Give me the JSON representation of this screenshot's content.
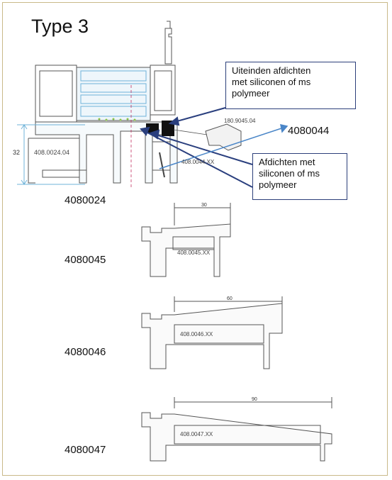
{
  "title": "Type 3",
  "main_section": {
    "dim_height": "32",
    "part_label_main": "408.0024.04",
    "part_label_clip": "180.9045.04",
    "part_label_sill": "408.0044.XX",
    "code_main": "4080024",
    "code_clip": "4080044"
  },
  "callouts": [
    {
      "text_lines": [
        "Uiteinden afdichten",
        "met siliconen of ms",
        "polymeer"
      ]
    },
    {
      "text_lines": [
        "Afdichten met",
        "siliconen of ms",
        "polymeer"
      ]
    }
  ],
  "profiles": [
    {
      "code": "4080045",
      "part_label": "408.0045.XX",
      "dim": "30"
    },
    {
      "code": "4080046",
      "part_label": "408.0046.XX",
      "dim": "60"
    },
    {
      "code": "4080047",
      "part_label": "408.0047.XX",
      "dim": "90"
    }
  ],
  "colors": {
    "callout_border": "#2c3f7a",
    "arrow_dark": "#2a3f7e",
    "arrow_light": "#4a86c8",
    "dim_line": "#6fb3d9"
  }
}
